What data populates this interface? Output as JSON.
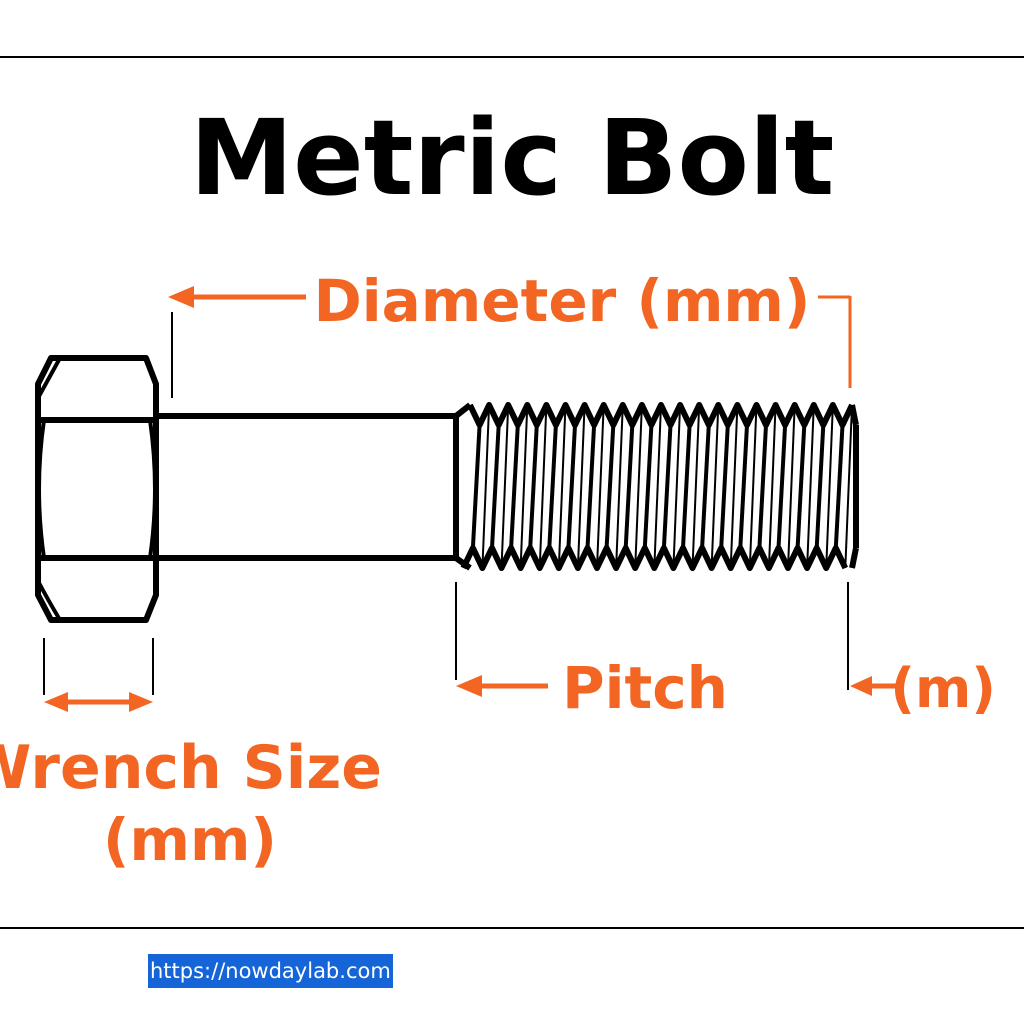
{
  "title": "Metric Bolt",
  "labels": {
    "diameter": "Diameter (mm)",
    "pitch": "Pitch",
    "length": "(m)",
    "wrench_line1": "Wrench Size",
    "wrench_line2": "(mm)"
  },
  "footer": {
    "url": "https://nowdaylab.com"
  },
  "colors": {
    "accent": "#f26522",
    "outline": "#000000",
    "url_highlight_bg": "#1565d8",
    "url_text": "#ffffff"
  },
  "icons": {
    "bolt": "hex-bolt-icon"
  }
}
